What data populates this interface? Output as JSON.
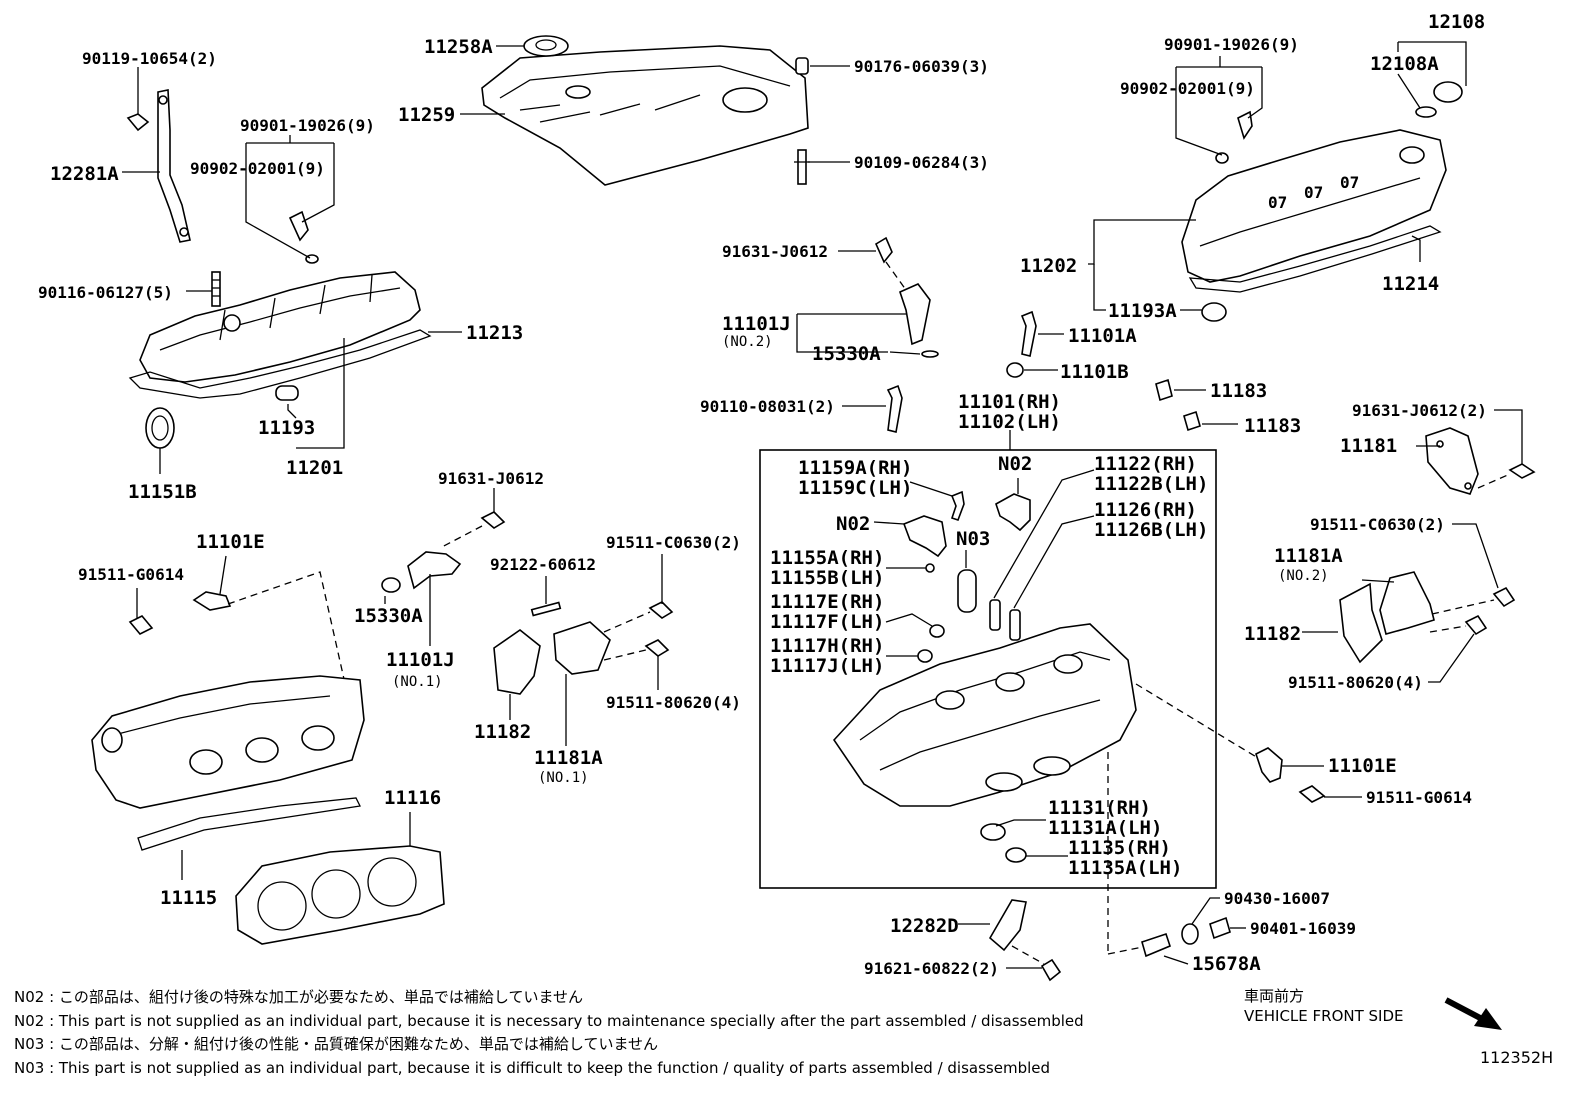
{
  "labels": {
    "p90119": "90119-10654(2)",
    "p12281A": "12281A",
    "p90901_l": "90901-19026(9)",
    "p90902_l": "90902-02001(9)",
    "p90116": "90116-06127(5)",
    "p11213": "11213",
    "p11193": "11193",
    "p11201": "11201",
    "p11151B": "11151B",
    "p11258A": "11258A",
    "p11259": "11259",
    "p90176": "90176-06039(3)",
    "p90109": "90109-06284(3)",
    "p91631_a": "91631-J0612",
    "p11101J_2": "11101J",
    "p11101J_2sub": "(NO.2)",
    "p15330A_2": "15330A",
    "p90110": "90110-08031(2)",
    "p90901_r": "90901-19026(9)",
    "p90902_r": "90902-02001(9)",
    "p12108": "12108",
    "p12108A": "12108A",
    "p11202": "11202",
    "p11214": "11214",
    "p11193A": "11193A",
    "p11101A": "11101A",
    "p11101B": "11101B",
    "p11183a": "11183",
    "p11183b": "11183",
    "p11101RH": "11101(RH)",
    "p11102LH": "11102(LH)",
    "p91631_r": "91631-J0612(2)",
    "p11181": "11181",
    "p91511C_r": "91511-C0630(2)",
    "p11181A_2": "11181A",
    "p11181A_2sub": "(NO.2)",
    "p11182_r": "11182",
    "p91511_80620_r": "91511-80620(4)",
    "p11101E_r": "11101E",
    "p91511G_r": "91511-G0614",
    "p11159A": "11159A(RH)",
    "p11159C": "11159C(LH)",
    "p02a": "N02",
    "p02b": "N02",
    "p03": "N03",
    "p11155A": "11155A(RH)",
    "p11155B": "11155B(LH)",
    "p11117E": "11117E(RH)",
    "p11117F": "11117F(LH)",
    "p11117H": "11117H(RH)",
    "p11117J": "11117J(LH)",
    "p11122": "11122(RH)",
    "p11122B": "11122B(LH)",
    "p11126": "11126(RH)",
    "p11126B": "11126B(LH)",
    "p11131": "11131(RH)",
    "p11131A": "11131A(LH)",
    "p11135": "11135(RH)",
    "p11135A": "11135A(LH)",
    "p91631_m": "91631-J0612",
    "p11101E_l": "11101E",
    "p91511G_l": "91511-G0614",
    "p15330A_1": "15330A",
    "p11101J_1": "11101J",
    "p11101J_1sub": "(NO.1)",
    "p92122": "92122-60612",
    "p91511C_m": "91511-C0630(2)",
    "p91511_80620_m": "91511-80620(4)",
    "p11182_l": "11182",
    "p11181A_1": "11181A",
    "p11181A_1sub": "(NO.1)",
    "p11116": "11116",
    "p11115": "11115",
    "p12282D": "12282D",
    "p91621": "91621-60822(2)",
    "p90430": "90430-16007",
    "p90401": "90401-16039",
    "p15678A": "15678A"
  },
  "notes": {
    "n02_jp": "N02 : この部品は、組付け後の特殊な加工が必要なため、単品では補給していません",
    "n02_en": "N02 : This part is not supplied as an individual part, because it is necessary to maintenance specially after the part assembled / disassembled",
    "n03_jp": "N03 : この部品は、分解・組付け後の性能・品質確保が困難なため、単品では補給していません",
    "n03_en": "N03 : This part is not supplied as an individual part, because it is difficult to keep the function / quality of parts  assembled / disassembled"
  },
  "front": {
    "jp": "車両前方",
    "en": "VEHICLE FRONT SIDE"
  },
  "diagram_id": "112352H"
}
